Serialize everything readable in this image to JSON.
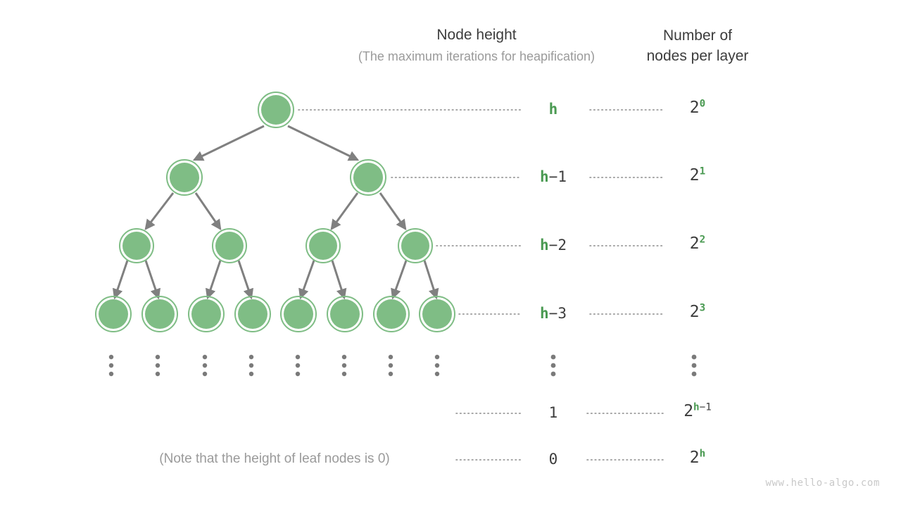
{
  "headers": {
    "node_height_title": "Node height",
    "node_height_subtitle": "(The maximum iterations for heapification)",
    "nodes_per_layer_line1": "Number of",
    "nodes_per_layer_line2": "nodes per layer"
  },
  "colors": {
    "node_fill": "#7fbd85",
    "node_ring": "#7fbd85",
    "node_gap": "#ffffff",
    "edge": "#808080",
    "accent_green": "#4a9a52",
    "text_dark": "#3c3c3c",
    "text_muted": "#9a9a9a",
    "leader_dots": "#8c8c8c",
    "watermark": "#c9c9c9",
    "background": "#ffffff"
  },
  "rows": [
    {
      "height_prefix": "h",
      "height_suffix": "",
      "count_base": "2",
      "count_exp_green": "0",
      "count_exp_gray": "",
      "has_height_leader": true,
      "has_count_leader": true
    },
    {
      "height_prefix": "h",
      "height_suffix": "−1",
      "count_base": "2",
      "count_exp_green": "1",
      "count_exp_gray": "",
      "has_height_leader": true,
      "has_count_leader": true
    },
    {
      "height_prefix": "h",
      "height_suffix": "−2",
      "count_base": "2",
      "count_exp_green": "2",
      "count_exp_gray": "",
      "has_height_leader": true,
      "has_count_leader": true
    },
    {
      "height_prefix": "h",
      "height_suffix": "−3",
      "count_base": "2",
      "count_exp_green": "3",
      "count_exp_gray": "",
      "has_height_leader": true,
      "has_count_leader": true
    },
    {
      "height_prefix": "",
      "height_suffix": "1",
      "count_base": "2",
      "count_exp_green": "h",
      "count_exp_gray": "−1",
      "has_height_leader": true,
      "has_count_leader": true
    },
    {
      "height_prefix": "",
      "height_suffix": "0",
      "count_base": "2",
      "count_exp_green": "h",
      "count_exp_gray": "",
      "has_height_leader": true,
      "has_count_leader": true
    }
  ],
  "ellipsis_dots": {
    "glyph": "vertical-ellipsis",
    "tree_count": 8,
    "height_column": true,
    "count_column": true
  },
  "tree": {
    "layer_node_counts": [
      1,
      2,
      4,
      8
    ],
    "total_nodes_drawn": 15
  },
  "leaf_note": "(Note that the height of leaf nodes is 0)",
  "watermark": "www.hello-algo.com"
}
